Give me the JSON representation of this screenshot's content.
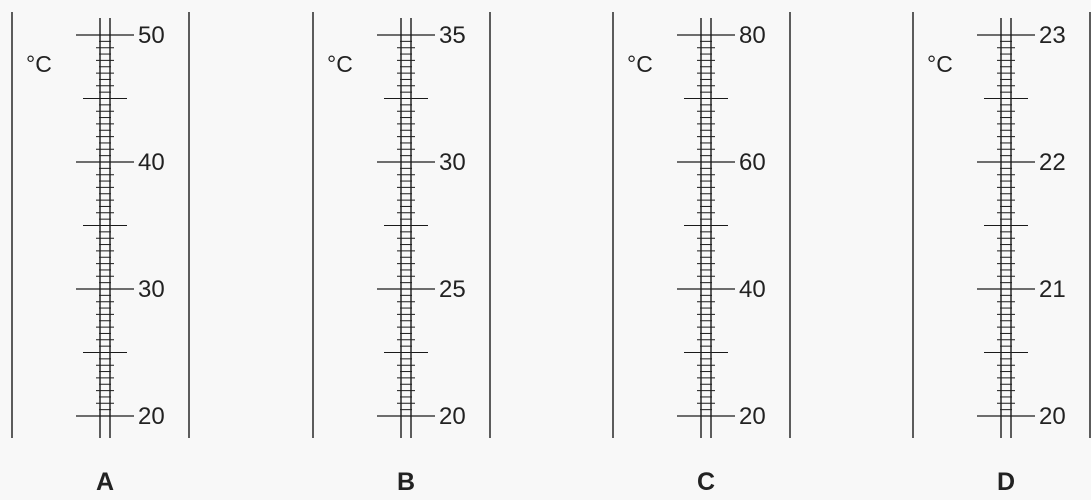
{
  "diagram": {
    "unit": "°C",
    "line_color": "#1a1a1a",
    "panels": [
      {
        "letter": "A",
        "labels": [
          "50",
          "40",
          "30",
          "20"
        ]
      },
      {
        "letter": "B",
        "labels": [
          "35",
          "30",
          "25",
          "20"
        ]
      },
      {
        "letter": "C",
        "labels": [
          "80",
          "60",
          "40",
          "20"
        ]
      },
      {
        "letter": "D",
        "labels": [
          "23",
          "22",
          "21",
          "20"
        ]
      }
    ]
  }
}
